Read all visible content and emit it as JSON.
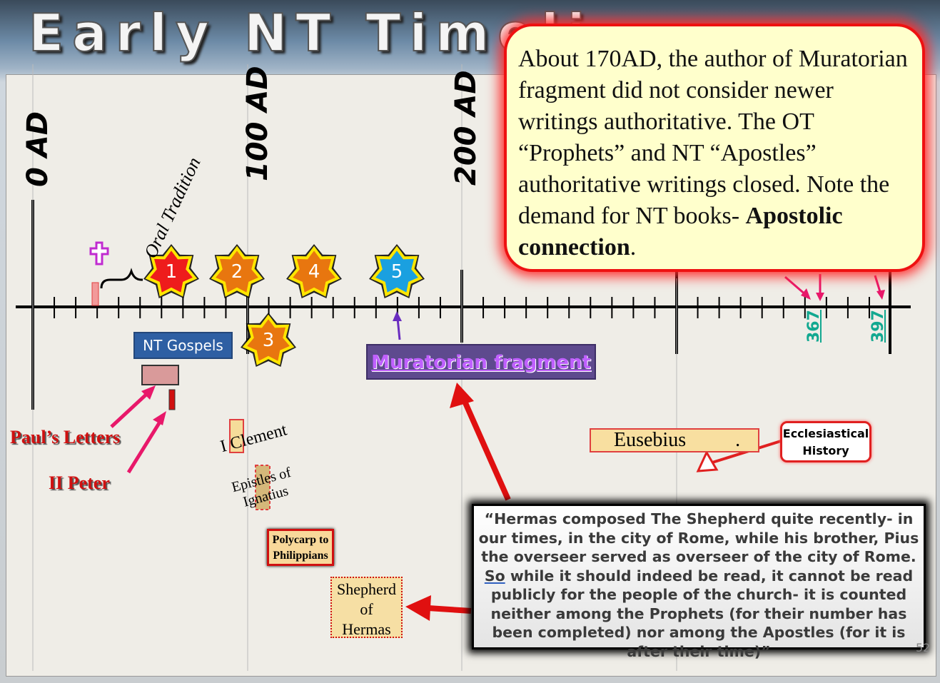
{
  "title": "Early NT Timeli",
  "axis": {
    "labels": [
      "0 AD",
      "100 AD",
      "200 AD"
    ],
    "oral_tradition": "Oral Tradition"
  },
  "stars": [
    {
      "label": "1",
      "color": "#ee1c1c"
    },
    {
      "label": "2",
      "color": "#e8760f"
    },
    {
      "label": "3",
      "color": "#e8760f"
    },
    {
      "label": "4",
      "color": "#e8760f"
    },
    {
      "label": "5",
      "color": "#1aa0e0"
    }
  ],
  "callout": {
    "text_plain": "About 170AD, the author of Muratorian fragment did not consider newer writings authoritative.  The OT “Prophets” and NT “Apostles” authoritative writings closed.  Note the demand for NT books-",
    "text_bold": "Apostolic connection",
    "text_end": "."
  },
  "boxes": {
    "nt_gospels": "NT Gospels",
    "muratorian": "Muratorian fragment",
    "eusebius": "Eusebius",
    "eusebius_dot": ".",
    "ecclesiastical_1": "Ecclesiastical",
    "ecclesiastical_2": "History",
    "polycarp_1": "Polycarp to",
    "polycarp_2": "Philippians",
    "shepherd_1": "Shepherd",
    "shepherd_2": "of",
    "shepherd_3": "Hermas",
    "clement": "I Clement",
    "ignatius_1": "Epistles of",
    "ignatius_2": "Ignatius"
  },
  "labels": {
    "pauls_letters": "Paul’s Letters",
    "ii_peter": "II Peter"
  },
  "years": [
    "367",
    "397"
  ],
  "quote": {
    "part1": "“Hermas composed The Shepherd quite recently- in our times, in the city of Rome, while his brother, Pius the overseer served as overseer of the city of Rome.",
    "so": "So",
    "part2": "while it should indeed be read, it cannot be read publicly for the people of the church- it is counted neither among the Prophets (for their number has been completed) nor among the Apostles (for it is after their time)”"
  },
  "page_number": "52",
  "colors": {
    "accent_red": "#e01010",
    "arrow_pink": "#e8186a",
    "year_teal": "#12a890",
    "mura_purple": "#5e4a8e"
  }
}
